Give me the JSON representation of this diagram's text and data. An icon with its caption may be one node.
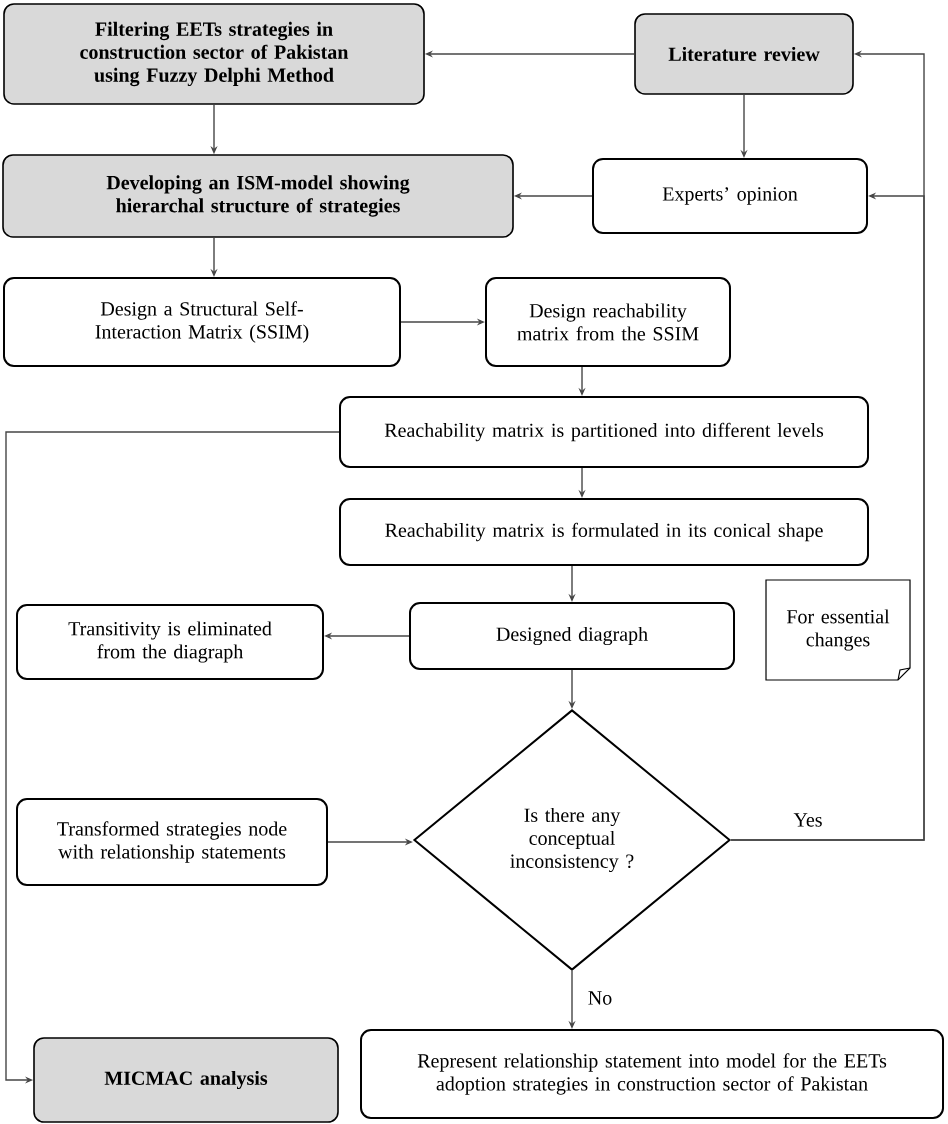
{
  "diagram": {
    "nodes": [
      {
        "text": [
          "Filtering EETs strategies in construction sector of Pakistan using Fuzzy Delphi Method"
        ]
      },
      {
        "text": [
          "Literature review"
        ]
      },
      {
        "text": [
          "Developing an ISM-model showing hierarchal structure of strategies"
        ]
      },
      {
        "text": [
          "Experts’ opinion"
        ]
      },
      {
        "text": [
          "Design a Structural Self-Interaction Matrix (SSIM)"
        ]
      },
      {
        "text": [
          "Design reachability matrix from the SSIM"
        ]
      },
      {
        "text": [
          "Reachability matrix is partitioned into different levels"
        ]
      },
      {
        "text": [
          "Reachability matrix is formulated in its conical shape"
        ]
      },
      {
        "text": [
          "Transitivity is eliminated from the diagraph"
        ]
      },
      {
        "text": [
          "Designed diagraph"
        ]
      },
      {
        "text": [
          "For essential changes"
        ]
      },
      {
        "text": [
          "Is there any conceptual inconsistency ?"
        ]
      },
      {
        "text": [
          "Transformed strategies node with relationship statements"
        ]
      },
      {
        "text": [
          "MICMAC analysis"
        ]
      },
      {
        "text": [
          "Represent relationship statement into model for the EETs adoption strategies in construction sector of Pakistan"
        ]
      }
    ],
    "edges": [
      {
        "from": 1,
        "to": 0,
        "arrow": "to"
      },
      {
        "from": 0,
        "to": 2,
        "arrow": "to"
      },
      {
        "from": 1,
        "to": 3,
        "arrow": "to"
      },
      {
        "from": 3,
        "to": 2,
        "arrow": "to"
      },
      {
        "from": 2,
        "to": 4,
        "arrow": "to"
      },
      {
        "from": 4,
        "to": 5,
        "arrow": "to"
      },
      {
        "from": 5,
        "to": 6,
        "arrow": "to"
      },
      {
        "from": 6,
        "to": 7,
        "arrow": "to"
      },
      {
        "from": 7,
        "to": 9,
        "arrow": "to"
      },
      {
        "from": 9,
        "to": 8,
        "arrow": "to"
      },
      {
        "from": 9,
        "to": 11,
        "arrow": "to"
      },
      {
        "from": 12,
        "to": 11,
        "arrow": "to"
      },
      {
        "from": 11,
        "to": 14,
        "arrow": "to",
        "label": "No"
      },
      {
        "from": 11,
        "to": 1,
        "arrow": "to",
        "label": "Yes"
      },
      {
        "from": 11,
        "to": 3,
        "arrow": "to"
      },
      {
        "from": 6,
        "to": 13,
        "arrow": "to"
      }
    ]
  }
}
